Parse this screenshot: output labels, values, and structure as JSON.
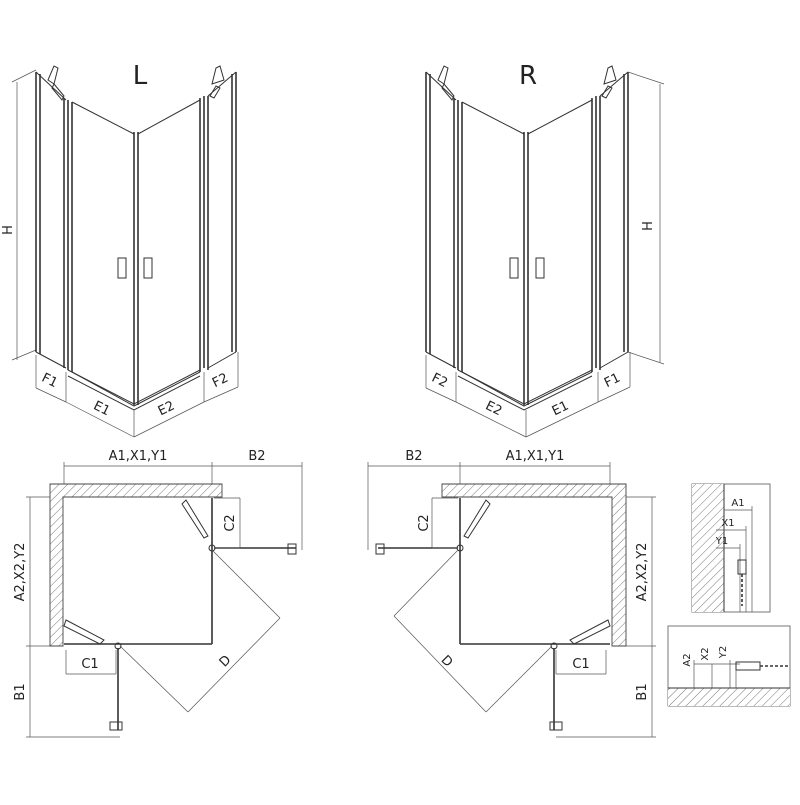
{
  "views": {
    "left": {
      "title": "L",
      "height_label": "H",
      "bottom_labels": [
        "F1",
        "E1",
        "E2",
        "F2"
      ]
    },
    "right": {
      "title": "R",
      "height_label": "H",
      "bottom_labels": [
        "F2",
        "E2",
        "E1",
        "F1"
      ]
    }
  },
  "plans": {
    "left": {
      "top_dim": "A1,X1,Y1",
      "side_dim": "A2,X2,Y2",
      "door_width_top": "B2",
      "door_width_bottom": "B1",
      "c_top": "C2",
      "c_bottom": "C1",
      "diagonal": "D"
    },
    "right": {
      "top_dim": "A1,X1,Y1",
      "side_dim": "A2,X2,Y2",
      "door_width_top": "B2",
      "door_width_bottom": "B1",
      "c_top": "C2",
      "c_bottom": "C1",
      "diagonal": "D"
    }
  },
  "details": {
    "top": {
      "labels": [
        "A1",
        "X1",
        "Y1"
      ]
    },
    "bottom": {
      "labels": [
        "A2",
        "X2",
        "Y2"
      ]
    }
  }
}
